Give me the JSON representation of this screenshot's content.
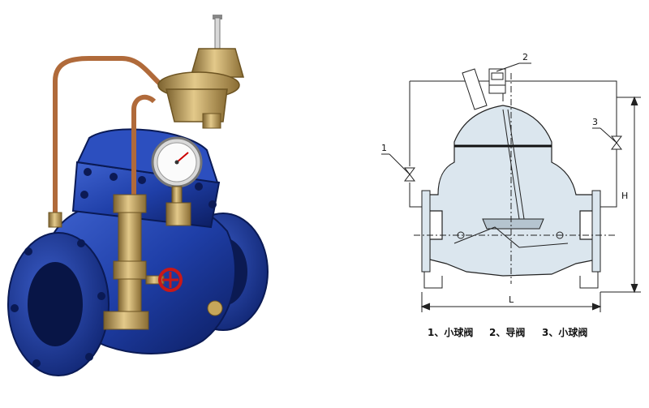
{
  "diagram": {
    "callouts": [
      "1",
      "2",
      "3"
    ],
    "dim_height": "H",
    "dim_length": "L",
    "legend": [
      "1、小球阀",
      "2、导阀",
      "3、小球阀"
    ]
  },
  "colors": {
    "valve_body": "#1f3fa8",
    "valve_shadow": "#0f2470",
    "brass": "#b8954a",
    "copper_pipe": "#b06a3a",
    "drawing_fill": "#dbe6ee",
    "line": "#222222"
  }
}
